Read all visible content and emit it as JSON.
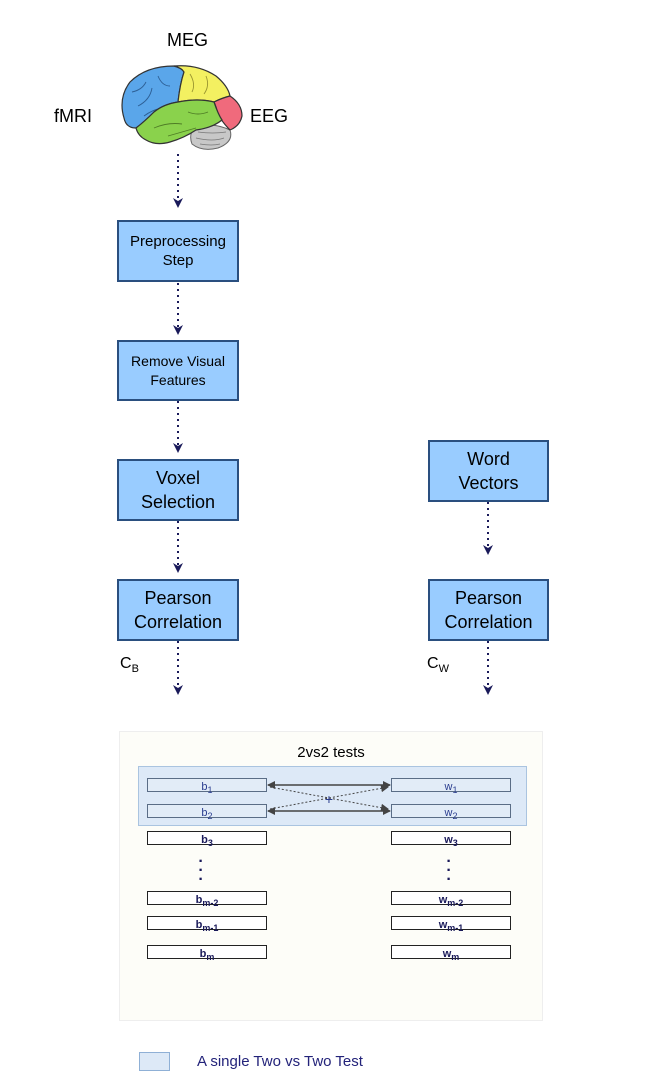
{
  "brain": {
    "label_top": "MEG",
    "label_left": "fMRI",
    "label_right": "EEG"
  },
  "left_pipeline": {
    "preprocessing": [
      "Preprocessing",
      "Step"
    ],
    "remove_visual": [
      "Remove Visual",
      "Features"
    ],
    "voxel_selection": [
      "Voxel",
      "Selection"
    ],
    "pearson": [
      "Pearson",
      "Correlation"
    ],
    "output_label": {
      "base": "C",
      "sub": "B"
    }
  },
  "right_pipeline": {
    "word_vectors": [
      "Word",
      "Vectors"
    ],
    "pearson": [
      "Pearson",
      "Correlation"
    ],
    "output_label": {
      "base": "C",
      "sub": "W"
    }
  },
  "tests_panel": {
    "title": "2vs2 tests",
    "b_items": [
      {
        "base": "b",
        "sub": "1"
      },
      {
        "base": "b",
        "sub": "2"
      },
      {
        "base": "b",
        "sub": "3"
      },
      {
        "base": "b",
        "sub": "m-2"
      },
      {
        "base": "b",
        "sub": "m-1"
      },
      {
        "base": "b",
        "sub": "m"
      }
    ],
    "w_items": [
      {
        "base": "w",
        "sub": "1"
      },
      {
        "base": "w",
        "sub": "2"
      },
      {
        "base": "w",
        "sub": "3"
      },
      {
        "base": "w",
        "sub": "m-2"
      },
      {
        "base": "w",
        "sub": "m-1"
      },
      {
        "base": "w",
        "sub": "m"
      }
    ],
    "cross_symbol": "+"
  },
  "legend": {
    "text": "A single Two vs Two Test"
  },
  "colors": {
    "box_fill": "#99ccff",
    "box_border": "#2a4f7f",
    "arrow": "#1a1a5a",
    "highlight": "#dde9f7"
  }
}
